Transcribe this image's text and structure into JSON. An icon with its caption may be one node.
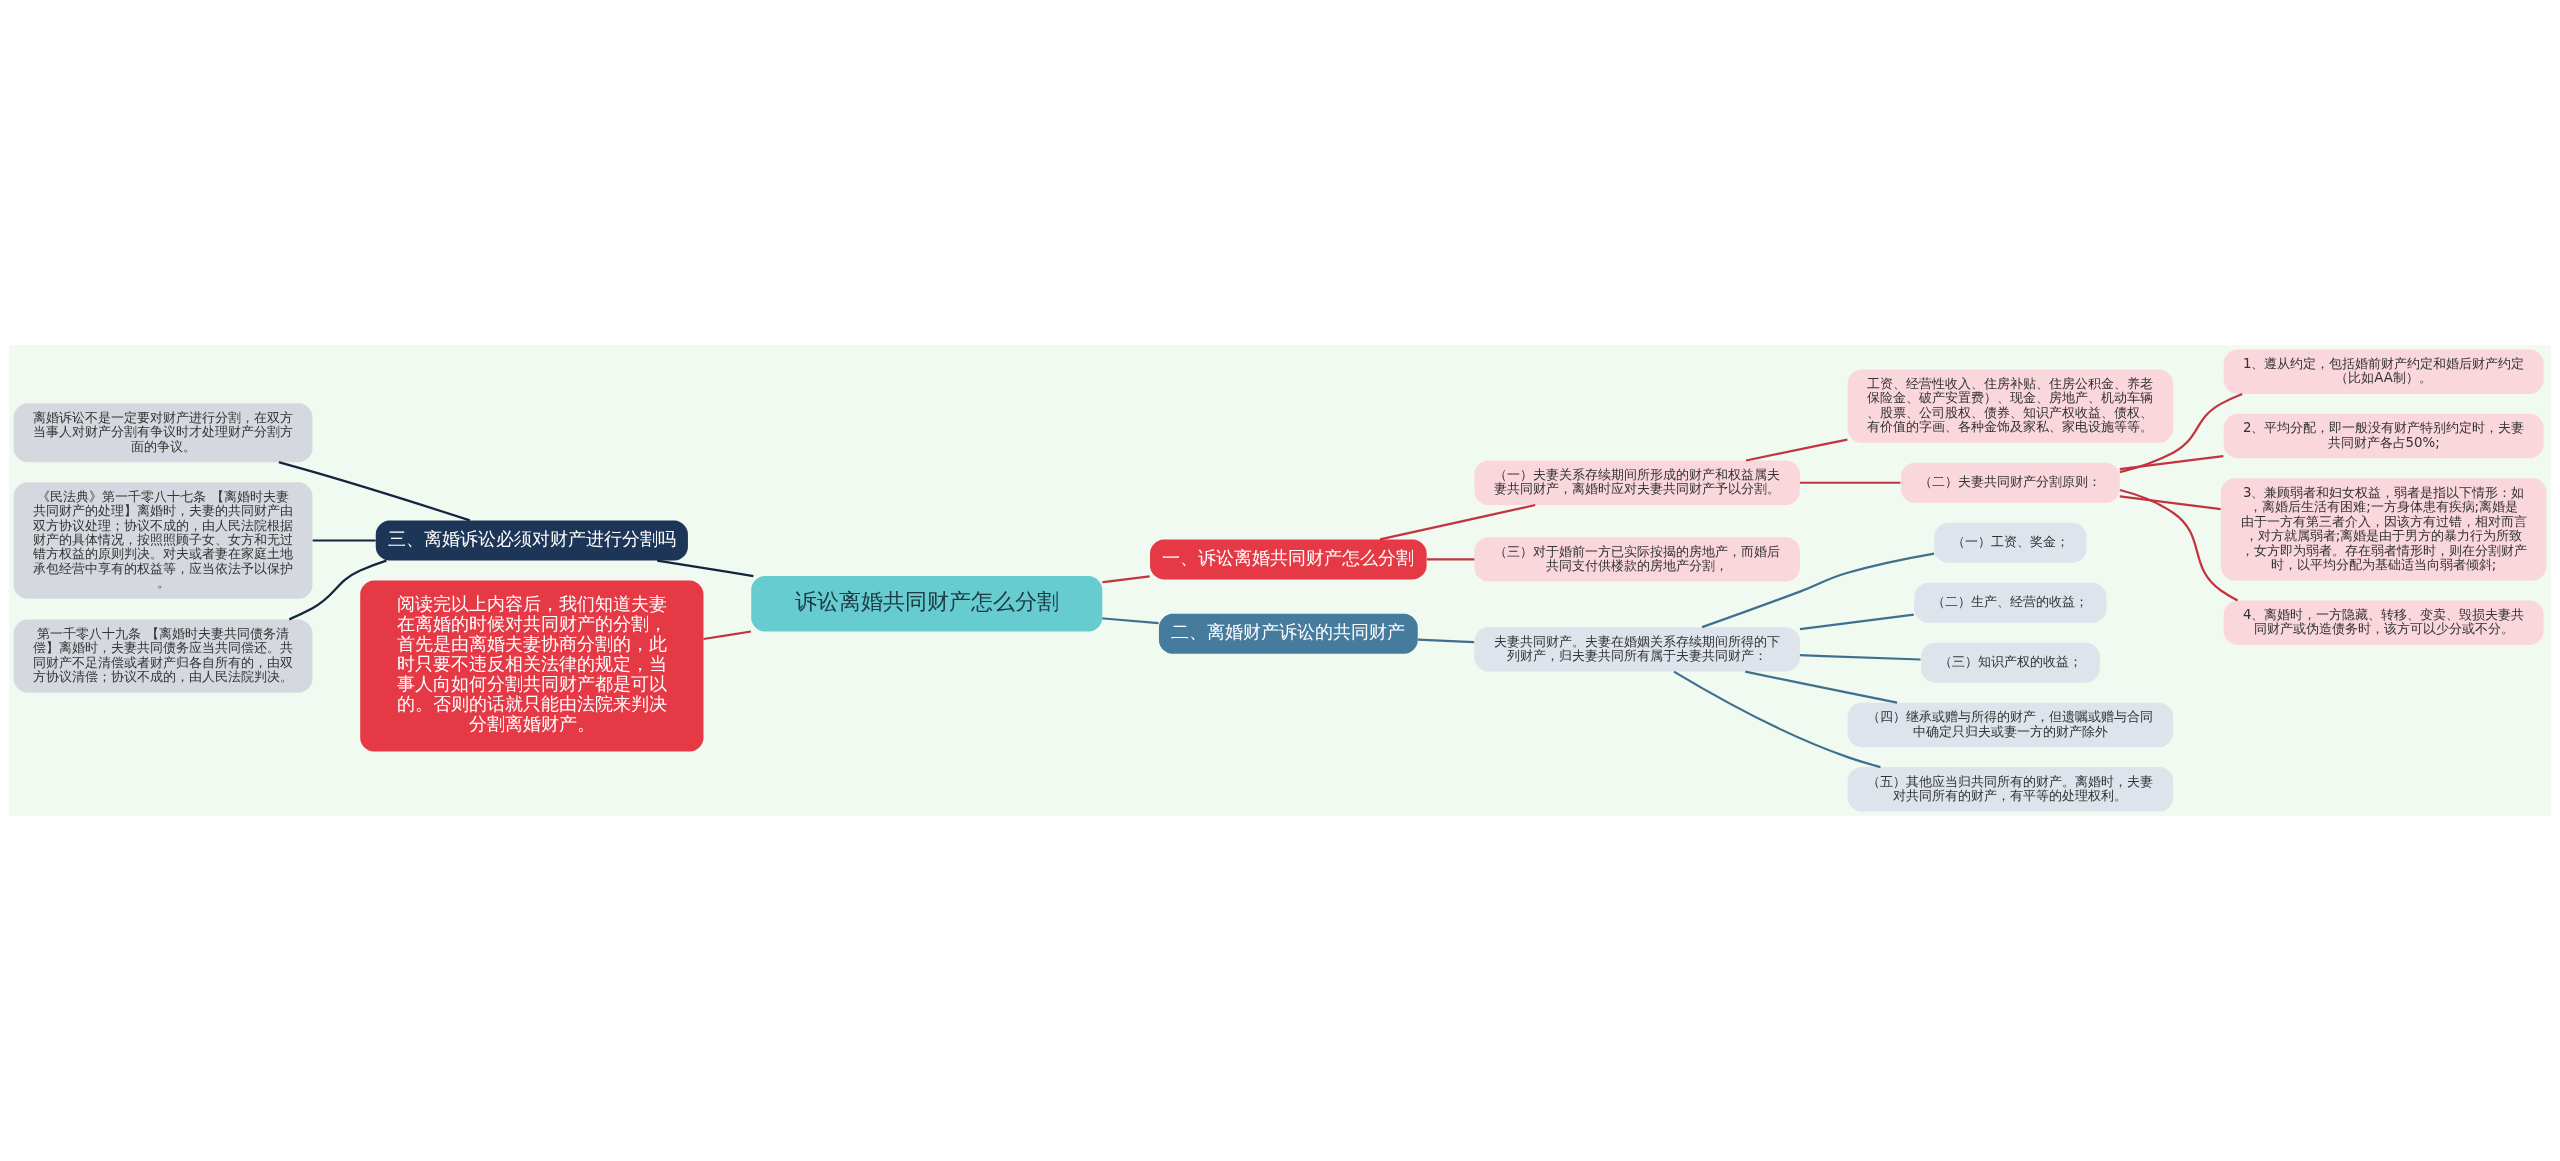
{
  "diagram": {
    "nodes": [
      {
        "text": [
          "诉讼离婚共同财产怎么分割"
        ]
      },
      {
        "text": [
          "一、诉讼离婚共同财产怎么分割"
        ]
      },
      {
        "text": [
          "（一）夫妻关系存续期间所形成的财产和权益属夫妻共同财产，离婚时应对夫妻共同财产予以分割。"
        ]
      },
      {
        "text": [
          "工资、经营性收入、住房补贴、住房公积金、养老保险金、破产安置费）、现金、房地产、机动车辆、股票、公司股权、债券、知识产权收益、债权、有价值的字画、各种金饰及家私、家电设施等等。"
        ]
      },
      {
        "text": [
          "（二）夫妻共同财产分割原则："
        ]
      },
      {
        "text": [
          "1、遵从约定，包括婚前财产约定和婚后财产约定（比如AA制）。"
        ]
      },
      {
        "text": [
          "2、平均分配，即一般没有财产特别约定时，夫妻共同财产各占50%;"
        ]
      },
      {
        "text": [
          "3、兼顾弱者和妇女权益，弱者是指以下情形：如，离婚后生活有困难;一方身体患有疾病;离婚是由于一方有第三者介入，因该方有过错，相对而言，对方就属弱者;离婚是由于男方的暴力行为所致，女方即为弱者。存在弱者情形时，则在分割财产时，以平均分配为基础适当向弱者倾斜;"
        ]
      },
      {
        "text": [
          "4、离婚时，一方隐藏、转移、变卖、毁损夫妻共同财产或伪造债务时，该方可以少分或不分。"
        ]
      },
      {
        "text": [
          "（三）对于婚前一方已实际按揭的房地产，而婚后共同支付供楼款的房地产分割，"
        ]
      },
      {
        "text": [
          "二、离婚财产诉讼的共同财产"
        ]
      },
      {
        "text": [
          "夫妻共同财产。夫妻在婚姻关系存续期间所得的下列财产，归夫妻共同所有属于夫妻共同财产："
        ]
      },
      {
        "text": [
          "（一）工资、奖金；"
        ]
      },
      {
        "text": [
          "（二）生产、经营的收益；"
        ]
      },
      {
        "text": [
          "（三）知识产权的收益；"
        ]
      },
      {
        "text": [
          "（四）继承或赠与所得的财产，但遗嘱或赠与合同中确定只归夫或妻一方的财产除外"
        ]
      },
      {
        "text": [
          "（五）其他应当归共同所有的财产。离婚时，夫妻对共同所有的财产，有平等的处理权利。"
        ]
      },
      {
        "text": [
          "三、离婚诉讼必须对财产进行分割吗"
        ]
      },
      {
        "text": [
          "离婚诉讼不是一定要对财产进行分割，在双方当事人对财产分割有争议时才处理财产分割方面的争议。"
        ]
      },
      {
        "text": [
          "《民法典》第一千零八十七条 【离婚时夫妻共同财产的处理】离婚时，夫妻的共同财产由双方协议处理；协议不成的，由人民法院根据财产的具体情况，按照照顾子女、女方和无过错方权益的原则判决。对夫或者妻在家庭土地承包经营中享有的权益等，应当依法予以保护。"
        ]
      },
      {
        "text": [
          "第一千零八十九条 【离婚时夫妻共同债务清偿】离婚时，夫妻共同债务应当共同偿还。共同财产不足清偿或者财产归各自所有的，由双方协议清偿；协议不成的，由人民法院判决。"
        ]
      },
      {
        "text": [
          "阅读完以上内容后，我们知道夫妻在离婚的时候对共同财产的分割，首先是由离婚夫妻协商分割的，此时只要不违反相关法律的规定，当事人向如何分割共同财产都是可以的。否则的话就只能由法院来判决分割离婚财产。"
        ]
      }
    ],
    "edges": [
      {
        "from": 0,
        "to": 1,
        "arrow": "none"
      },
      {
        "from": 1,
        "to": 2,
        "arrow": "none"
      },
      {
        "from": 2,
        "to": 3,
        "arrow": "none"
      },
      {
        "from": 2,
        "to": 4,
        "arrow": "none"
      },
      {
        "from": 4,
        "to": 5,
        "arrow": "none"
      },
      {
        "from": 4,
        "to": 6,
        "arrow": "none"
      },
      {
        "from": 4,
        "to": 7,
        "arrow": "none"
      },
      {
        "from": 4,
        "to": 8,
        "arrow": "none"
      },
      {
        "from": 1,
        "to": 9,
        "arrow": "none"
      },
      {
        "from": 0,
        "to": 10,
        "arrow": "none",
        "color": "#3f6f8f"
      },
      {
        "from": 10,
        "to": 11,
        "arrow": "none",
        "color": "#3f6f8f"
      },
      {
        "from": 11,
        "to": 12,
        "arrow": "none",
        "color": "#3f6f8f"
      },
      {
        "from": 11,
        "to": 13,
        "arrow": "none",
        "color": "#3f6f8f"
      },
      {
        "from": 11,
        "to": 14,
        "arrow": "none",
        "color": "#3f6f8f"
      },
      {
        "from": 11,
        "to": 15,
        "arrow": "none",
        "color": "#3f6f8f"
      },
      {
        "from": 11,
        "to": 16,
        "arrow": "none",
        "color": "#3f6f8f"
      },
      {
        "from": 0,
        "to": 17,
        "arrow": "none",
        "color": "#14233f"
      },
      {
        "from": 17,
        "to": 18,
        "arrow": "none",
        "color": "#14233f"
      },
      {
        "from": 17,
        "to": 19,
        "arrow": "none",
        "color": "#14233f"
      },
      {
        "from": 17,
        "to": 20,
        "arrow": "none",
        "color": "#14233f"
      },
      {
        "from": 0,
        "to": 21,
        "arrow": "none"
      }
    ]
  }
}
